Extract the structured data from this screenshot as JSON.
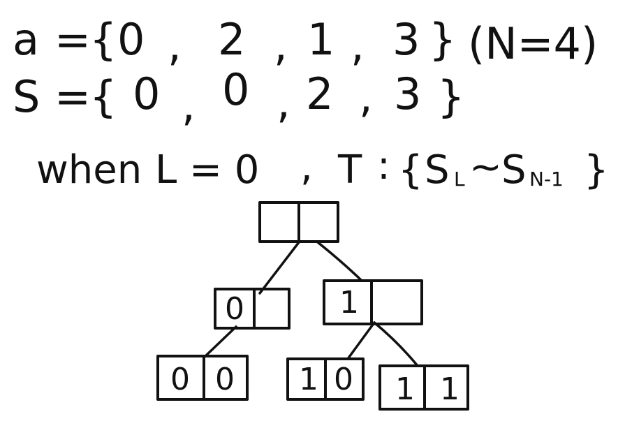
{
  "line1": {
    "a_label": "a",
    "eq": "=",
    "values": [
      "0",
      "2",
      "1",
      "3"
    ],
    "n_note": "(N=4)"
  },
  "line2": {
    "s_label": "S",
    "eq": "=",
    "values": [
      "0",
      "0",
      "2",
      "3"
    ]
  },
  "line3": {
    "when": "when",
    "cond": "L = 0",
    "comma": ",",
    "t_label": "T",
    "colon": ":",
    "set_open": "{",
    "s1": "S",
    "s1_sub": "L",
    "tilde": "~",
    "s2": "S",
    "s2_sub": "N-1",
    "set_close": "}"
  },
  "tree": {
    "root": [
      "",
      ""
    ],
    "level1": [
      [
        "0",
        ""
      ],
      [
        "1",
        ""
      ]
    ],
    "level2": [
      [
        "0",
        "0"
      ],
      [
        "1",
        "0"
      ],
      [
        "1",
        "1"
      ]
    ]
  }
}
